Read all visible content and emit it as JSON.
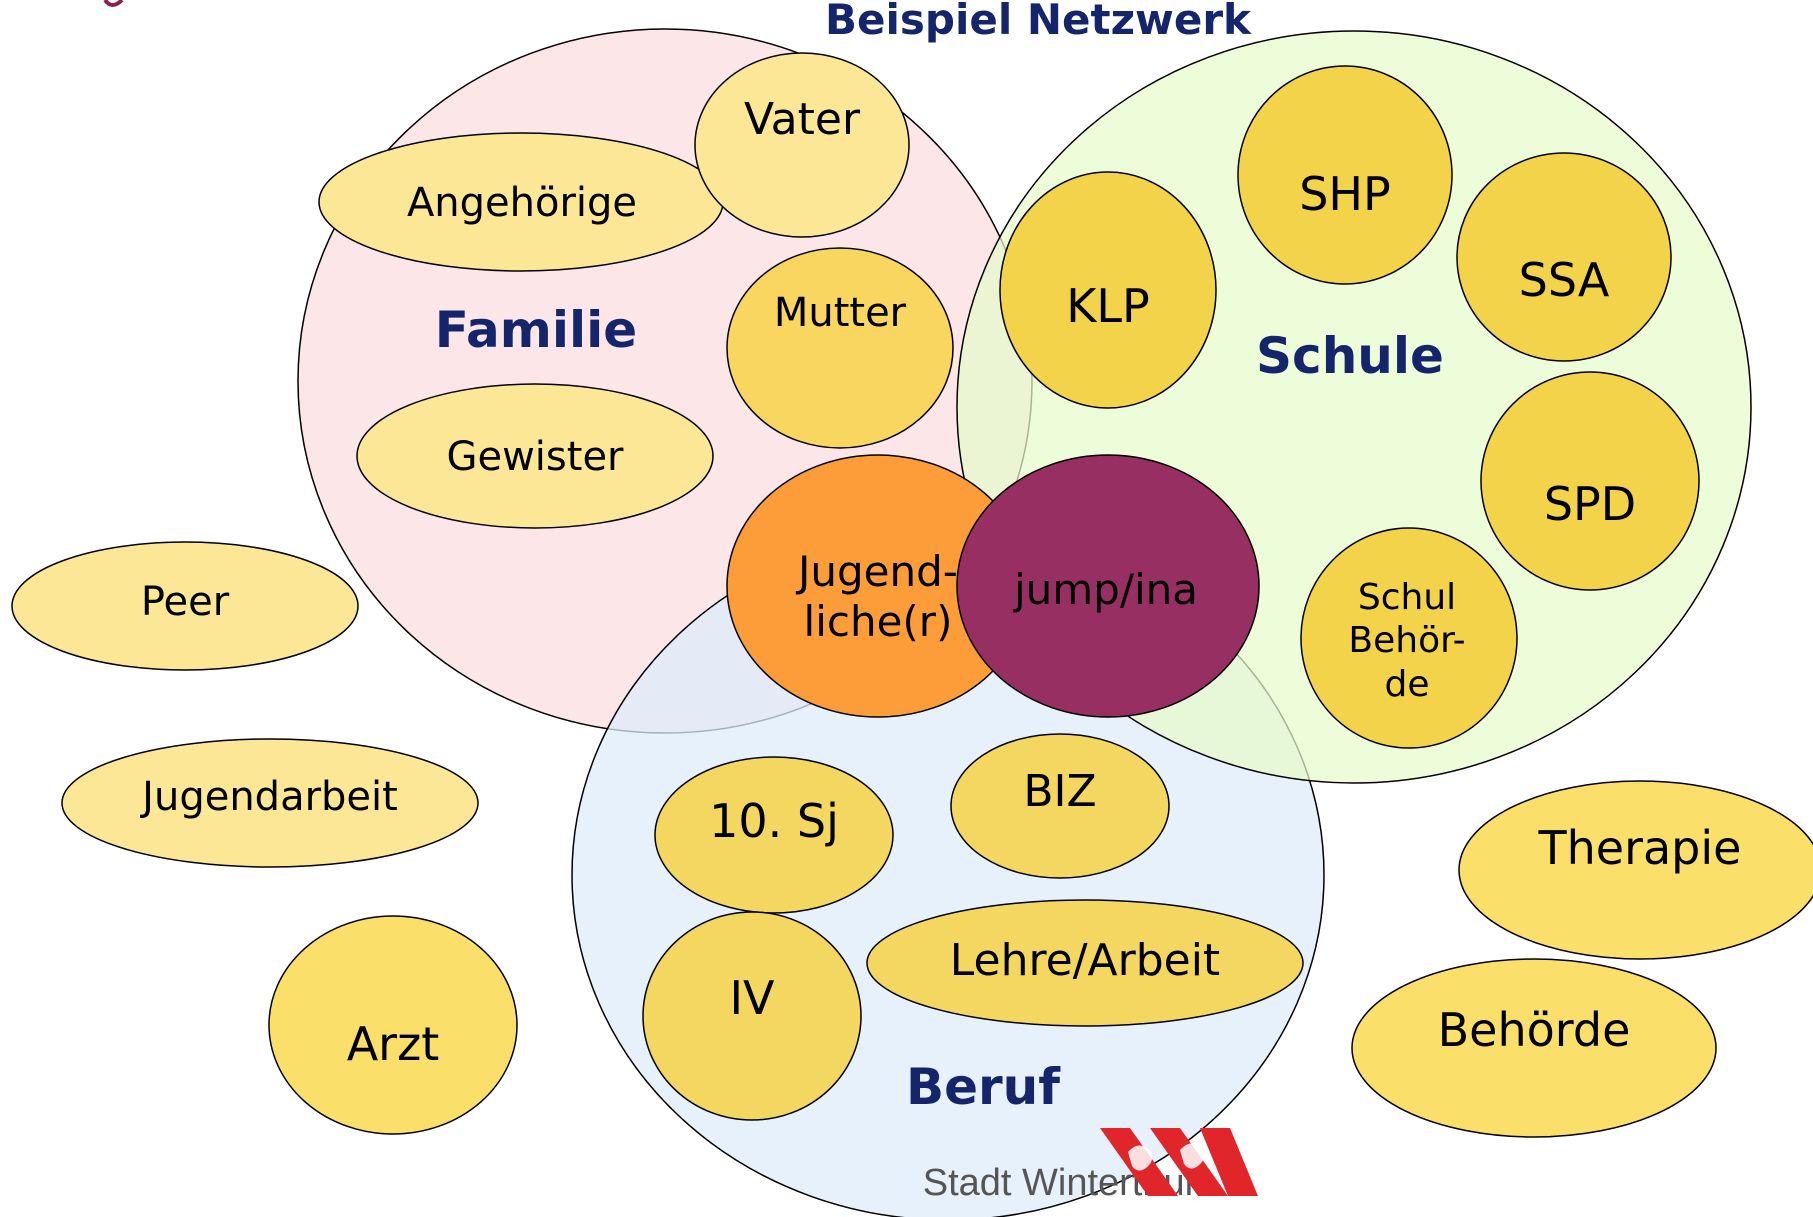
{
  "title": "Beispiel Netzwerk",
  "colors": {
    "title": "#14256b",
    "familie_fill": "#fbe1e3",
    "schule_fill": "#e6fbcb",
    "beruf_fill": "#deecfb",
    "light_node": "#fbe795",
    "mid_node": "#f5df6e",
    "dark_node": "#f3d34a",
    "mutter_fill": "#f8d660",
    "jugendliche_fill": "#fc9d3a",
    "jump_fill": "#982f62",
    "logo_red": "#e0262a",
    "logo_text": "#555555"
  },
  "groups": {
    "familie": "Familie",
    "schule": "Schule",
    "beruf": "Beruf"
  },
  "nodes": {
    "vater": "Vater",
    "angehoerige": "Angehörige",
    "mutter": "Mutter",
    "gewister": "Gewister",
    "peer": "Peer",
    "jugendarbeit": "Jugendarbeit",
    "arzt": "Arzt",
    "klp": "KLP",
    "shp": "SHP",
    "ssa": "SSA",
    "spd": "SPD",
    "schulbehoerde": [
      "Schul",
      "Behör-",
      "de"
    ],
    "jugendliche": [
      "Jugend-",
      "liche(r)"
    ],
    "jump": "jump/ina",
    "zehn_sj": "10. Sj",
    "biz": "BIZ",
    "iv": "IV",
    "lehre": "Lehre/Arbeit",
    "therapie": "Therapie",
    "behoerde": "Behörde"
  },
  "logo": {
    "text": "Stadt Winterthur"
  }
}
